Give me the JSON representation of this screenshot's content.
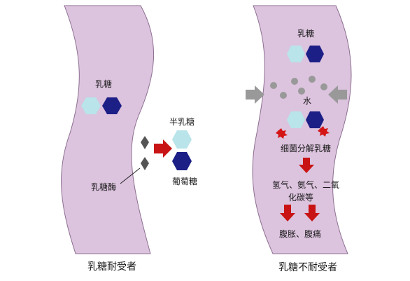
{
  "colors": {
    "intestine": "#dcc3de",
    "intestine_edge": "#8d6f91",
    "hex_light": "#b8e4ea",
    "hex_dark": "#1c1f86",
    "enzyme": "#555555",
    "red_arrow": "#c81414",
    "gray": "#999999",
    "bacteria": "#d41515"
  },
  "left": {
    "lactose_label": "乳糖",
    "enzyme_label": "乳糖酶",
    "galactose_label": "半乳糖",
    "glucose_label": "葡萄糖",
    "caption": "乳糖耐受者"
  },
  "right": {
    "lactose_label": "乳糖",
    "water_label": "水",
    "bacteria_label": "细菌分解乳糖",
    "gases_line1": "氢气、氨气、二氧",
    "gases_line2": "化碳等",
    "symptoms_label": "腹胀、腹痛",
    "caption": "乳糖不耐受者"
  }
}
